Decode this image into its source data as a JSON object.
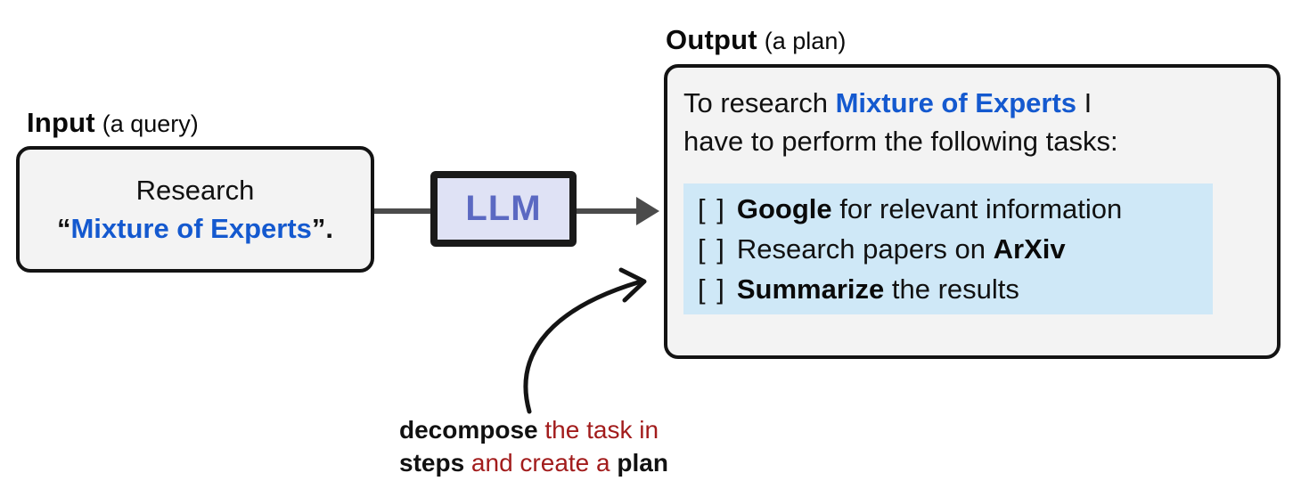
{
  "colors": {
    "accent_blue": "#1459cf",
    "accent_red": "#a21c1c",
    "highlight_blue": "#cfe8f7",
    "llm_fill": "#dfe2f5",
    "llm_text": "#5b69c2",
    "arrow_gray": "#4b4b4b",
    "box_background": "#f3f3f3",
    "box_border": "#131313"
  },
  "input_section": {
    "label_title": "Input",
    "label_suffix": "(a query)",
    "box": {
      "line1": "Research",
      "open_quote": "“",
      "topic": "Mixture of Experts",
      "close_quote": "”."
    }
  },
  "llm_node": {
    "label": "LLM"
  },
  "output_section": {
    "label_title": "Output",
    "label_suffix": "(a plan)",
    "intro_line1": {
      "pre": "To research ",
      "topic": "Mixture of Experts",
      "post": " I"
    },
    "intro_line2": "have to perform the following tasks:",
    "checklist": [
      {
        "checkbox": "[ ]",
        "bold": "Google",
        "post": " for relevant information"
      },
      {
        "checkbox": "[ ]",
        "pre": "Research papers on ",
        "bold": "ArXiv"
      },
      {
        "checkbox": "[ ]",
        "bold": "Summarize",
        "post": " the results"
      }
    ]
  },
  "annotation": {
    "line1_bold": "decompose",
    "line1_red": " the task in",
    "line2_bold": "steps",
    "line2_red": " and create a ",
    "line2_bold2": "plan"
  }
}
